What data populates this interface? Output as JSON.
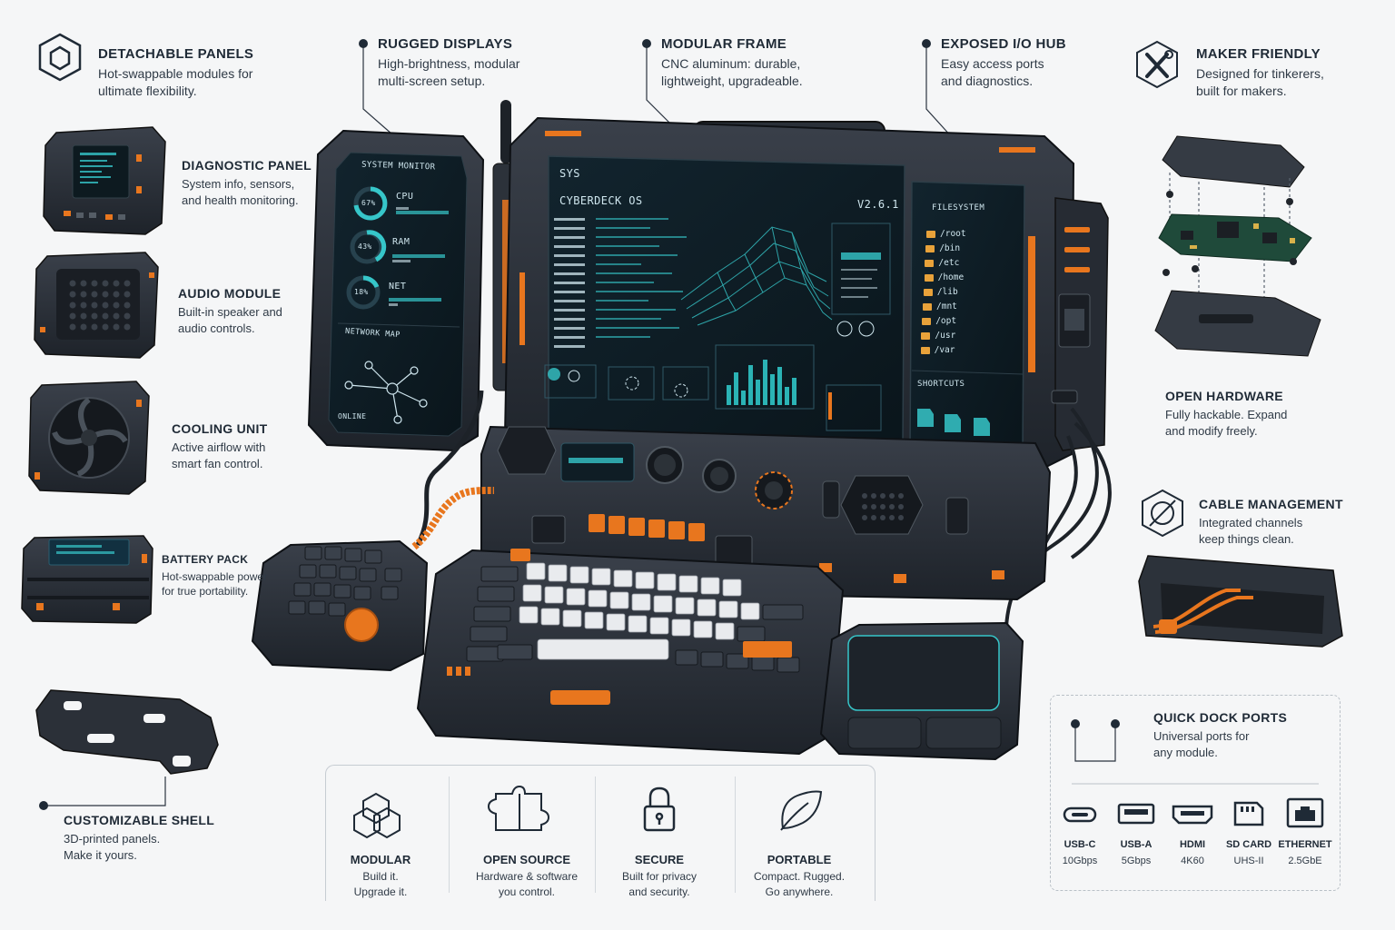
{
  "callouts": {
    "detachable": {
      "title": "DETACHABLE PANELS",
      "desc": [
        "Hot-swappable modules for",
        "ultimate flexibility."
      ]
    },
    "rugged": {
      "title": "RUGGED DISPLAYS",
      "desc": [
        "High-brightness, modular",
        "multi-screen setup."
      ]
    },
    "frame": {
      "title": "MODULAR FRAME",
      "desc": [
        "CNC aluminum: durable,",
        "lightweight, upgradeable."
      ]
    },
    "io": {
      "title": "EXPOSED I/O HUB",
      "desc": [
        "Easy access ports",
        "and diagnostics."
      ]
    },
    "maker": {
      "title": "MAKER FRIENDLY",
      "desc": [
        "Designed for tinkerers,",
        "built for makers."
      ]
    },
    "diagnostic": {
      "title": "DIAGNOSTIC PANEL",
      "desc": [
        "System info, sensors,",
        "and health monitoring."
      ]
    },
    "audio": {
      "title": "AUDIO MODULE",
      "desc": [
        "Built-in speaker and",
        "audio controls."
      ]
    },
    "cooling": {
      "title": "COOLING UNIT",
      "desc": [
        "Active airflow with",
        "smart fan control."
      ]
    },
    "battery": {
      "title": "BATTERY PACK",
      "desc": [
        "Hot-swappable power",
        "for true portability."
      ]
    },
    "shell": {
      "title": "CUSTOMIZABLE SHELL",
      "desc": [
        "3D-printed panels.",
        "Make it yours."
      ]
    },
    "open_hw": {
      "title": "OPEN HARDWARE",
      "desc": [
        "Fully hackable. Expand",
        "and modify freely."
      ]
    },
    "cable": {
      "title": "CABLE MANAGEMENT",
      "desc": [
        "Integrated channels",
        "keep things clean."
      ]
    },
    "dock": {
      "title": "QUICK DOCK PORTS",
      "desc": [
        "Universal ports for",
        "any module."
      ]
    }
  },
  "screens": {
    "left": {
      "header": "SYSTEM MONITOR",
      "cpu_pct": "67%",
      "cpu": "CPU",
      "cpu_level": 0.67,
      "ram_pct": "43%",
      "ram": "RAM",
      "ram_level": 0.43,
      "net_pct": "18%",
      "net": "NET",
      "net_level": 0.18,
      "network": "NETWORK MAP",
      "status": "ONLINE"
    },
    "main": {
      "sys": "SYS",
      "os": "CYBERDECK OS",
      "version": "V2.6.1"
    },
    "right": {
      "header": "FILESYSTEM",
      "folders": [
        "/root",
        "/bin",
        "/etc",
        "/home",
        "/lib",
        "/mnt",
        "/opt",
        "/usr",
        "/var"
      ],
      "shortcuts": "SHORTCUTS"
    }
  },
  "features": [
    {
      "title": "MODULAR",
      "desc": [
        "Build it.",
        "Upgrade it."
      ],
      "icon": "cubes-icon"
    },
    {
      "title": "OPEN SOURCE",
      "desc": [
        "Hardware & software",
        "you control."
      ],
      "icon": "puzzle-icon"
    },
    {
      "title": "SECURE",
      "desc": [
        "Built for privacy",
        "and security."
      ],
      "icon": "lock-icon"
    },
    {
      "title": "PORTABLE",
      "desc": [
        "Compact. Rugged.",
        "Go anywhere."
      ],
      "icon": "leaf-icon"
    }
  ],
  "ports": [
    {
      "name": "USB-C",
      "spec": "10Gbps",
      "icon": "usb-c-icon"
    },
    {
      "name": "USB-A",
      "spec": "5Gbps",
      "icon": "usb-a-icon"
    },
    {
      "name": "HDMI",
      "spec": "4K60",
      "icon": "hdmi-icon"
    },
    {
      "name": "SD CARD",
      "spec": "UHS-II",
      "icon": "sd-card-icon"
    },
    {
      "name": "ETHERNET",
      "spec": "2.5GbE",
      "icon": "ethernet-icon"
    }
  ],
  "colors": {
    "accent": "#e8761e",
    "body": "#262b33",
    "screen": "#0f1d25",
    "cyan": "#36c6c9",
    "ink": "#1f2a36"
  }
}
